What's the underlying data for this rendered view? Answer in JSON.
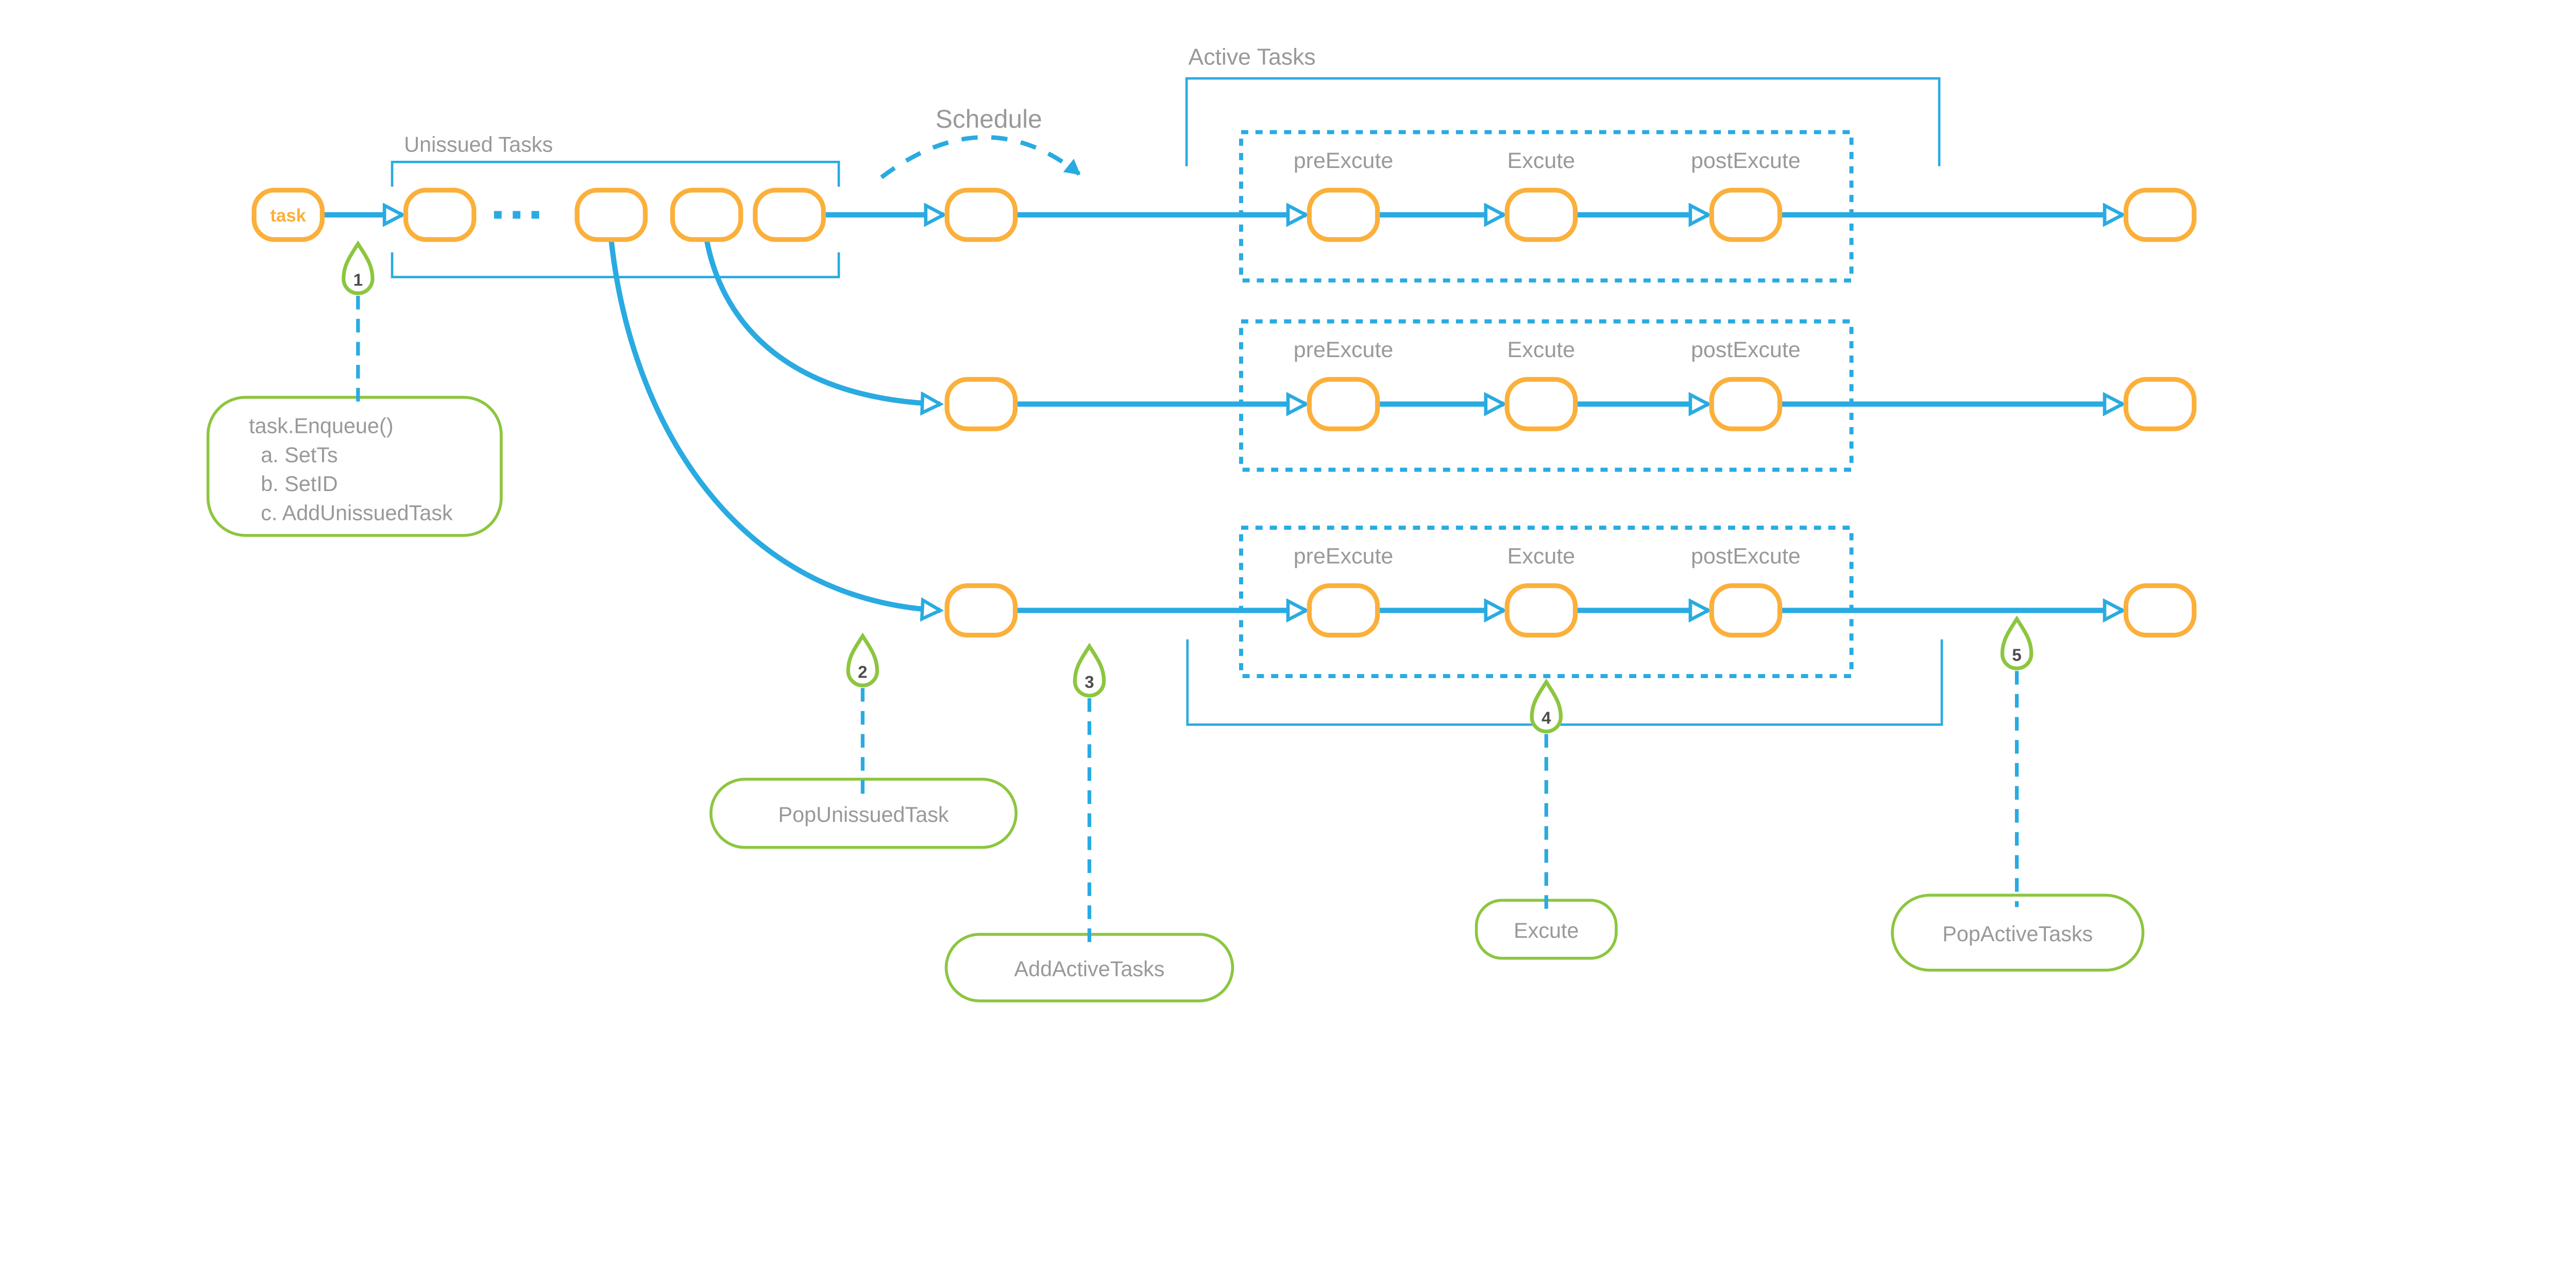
{
  "diagram": {
    "labels": {
      "unissued_tasks": "Unissued Tasks",
      "schedule": "Schedule",
      "active_tasks": "Active Tasks"
    },
    "task_node": "task",
    "stages": {
      "pre": "preExcute",
      "exec": "Excute",
      "post": "postExcute"
    },
    "markers": [
      {
        "number": "1",
        "lines": [
          "task.Enqueue()",
          "a. SetTs",
          "b. SetID",
          "c. AddUnissuedTask"
        ]
      },
      {
        "number": "2",
        "label": "PopUnissuedTask"
      },
      {
        "number": "3",
        "label": "AddActiveTasks"
      },
      {
        "number": "4",
        "label": "Excute"
      },
      {
        "number": "5",
        "label": "PopActiveTasks"
      }
    ],
    "colors": {
      "blue": "#29ABE2",
      "orange": "#FBB03B",
      "green": "#8CC63F",
      "label_gray": "#999999",
      "number_gray": "#4D4D4D"
    }
  }
}
